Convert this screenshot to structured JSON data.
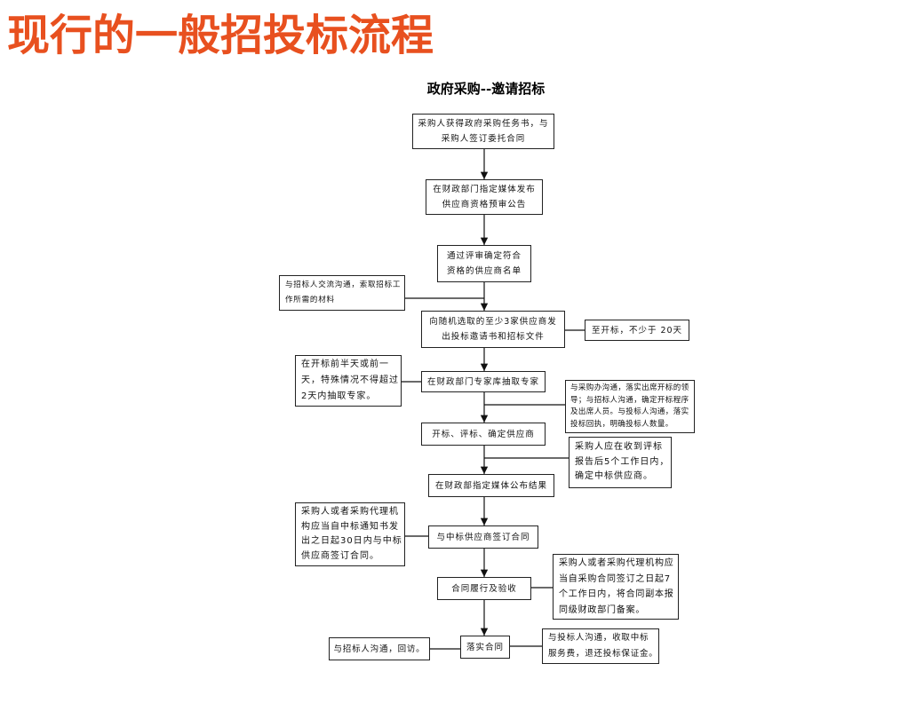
{
  "slide": {
    "title": "现行的一般招投标流程",
    "title_color": "#E8501F"
  },
  "flowchart": {
    "title": "政府采购--邀请招标",
    "steps": [
      {
        "lines": [
          "采购人获得政府采购任务书，与",
          "采购人签订委托合同"
        ]
      },
      {
        "lines": [
          "在财政部门指定媒体发布",
          "供应商资格预审公告"
        ]
      },
      {
        "lines": [
          "通过评审确定符合",
          "资格的供应商名单"
        ]
      },
      {
        "lines": [
          "向随机选取的至少3家供应商发",
          "出投标邀请书和招标文件"
        ]
      },
      {
        "lines": [
          "在财政部门专家库抽取专家"
        ]
      },
      {
        "lines": [
          "开标、评标、确定供应商"
        ]
      },
      {
        "lines": [
          "在财政部指定媒体公布结果"
        ]
      },
      {
        "lines": [
          "与中标供应商签订合同"
        ]
      },
      {
        "lines": [
          "合同履行及验收"
        ]
      },
      {
        "lines": [
          "落实合同"
        ]
      }
    ],
    "notes": [
      {
        "lines": [
          "与招标人交流沟通，索取招标工",
          "作所需的材料"
        ]
      },
      {
        "lines": [
          "至开标，不少于 20天"
        ]
      },
      {
        "lines": [
          "在开标前半天或前一",
          "天，特殊情况不得超过",
          "2天内抽取专家。"
        ]
      },
      {
        "lines": [
          "与采购办沟通，落实出席开标的领",
          "导；与招标人沟通，确定开标程序",
          "及出席人员。与投标人沟通，落实",
          "投标回执，明确投标人数量。"
        ]
      },
      {
        "lines": [
          "采购人应在收到评标",
          "报告后5个工作日内，",
          "确定中标供应商。"
        ]
      },
      {
        "lines": [
          "采购人或者采购代理机",
          "构应当自中标通知书发",
          "出之日起30日内与中标",
          "供应商签订合同。"
        ]
      },
      {
        "lines": [
          "采购人或者采购代理机构应",
          "当自采购合同签订之日起7",
          "个工作日内，将合同副本报",
          "同级财政部门备案。"
        ]
      },
      {
        "lines": [
          "与招标人沟通，回访。"
        ]
      },
      {
        "lines": [
          "与投标人沟通，收取中标",
          "服务费，退还投标保证金。"
        ]
      }
    ]
  }
}
